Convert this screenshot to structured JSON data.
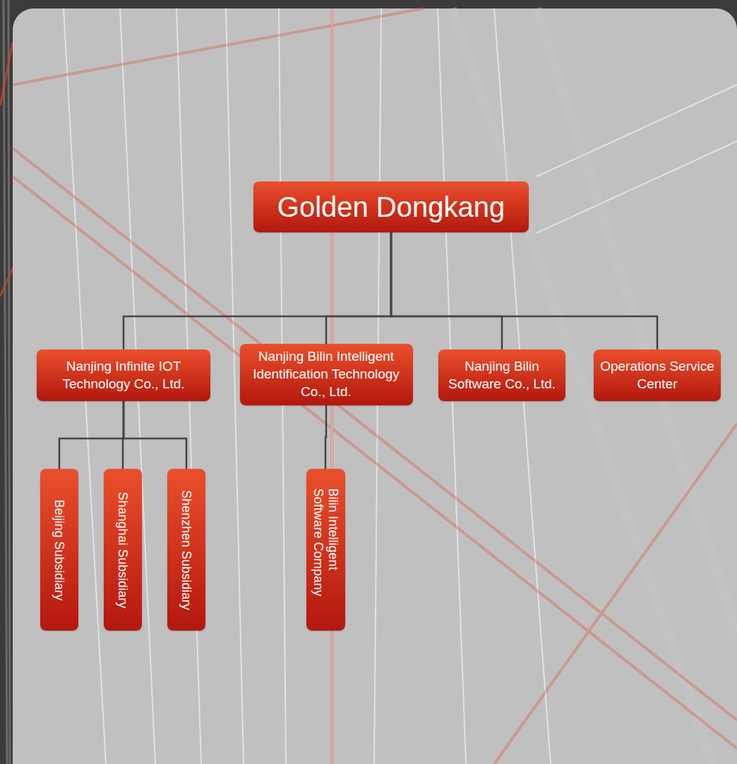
{
  "diagram": {
    "nodes": [
      {
        "text": [
          "Golden Dongkang"
        ]
      },
      {
        "text": [
          "Nanjing Infinite IOT Technology Co., Ltd."
        ]
      },
      {
        "text": [
          "Nanjing Bilin Intelligent Identification Technology Co., Ltd."
        ]
      },
      {
        "text": [
          "Nanjing Bilin Software Co., Ltd."
        ]
      },
      {
        "text": [
          "Operations Service Center"
        ]
      },
      {
        "text": [
          "Beijing Subsidiary"
        ]
      },
      {
        "text": [
          "Shanghai Subsidiary"
        ]
      },
      {
        "text": [
          "Shenzhen Subsidiary"
        ]
      },
      {
        "text": [
          "Bilin Intelligent Software Company"
        ]
      }
    ],
    "edges": [
      {
        "from": 0,
        "to": 1,
        "arrow": "none"
      },
      {
        "from": 0,
        "to": 2,
        "arrow": "none"
      },
      {
        "from": 0,
        "to": 3,
        "arrow": "none"
      },
      {
        "from": 0,
        "to": 4,
        "arrow": "none"
      },
      {
        "from": 1,
        "to": 5,
        "arrow": "none"
      },
      {
        "from": 1,
        "to": 6,
        "arrow": "none"
      },
      {
        "from": 1,
        "to": 7,
        "arrow": "none"
      },
      {
        "from": 2,
        "to": 8,
        "arrow": "none"
      }
    ]
  }
}
